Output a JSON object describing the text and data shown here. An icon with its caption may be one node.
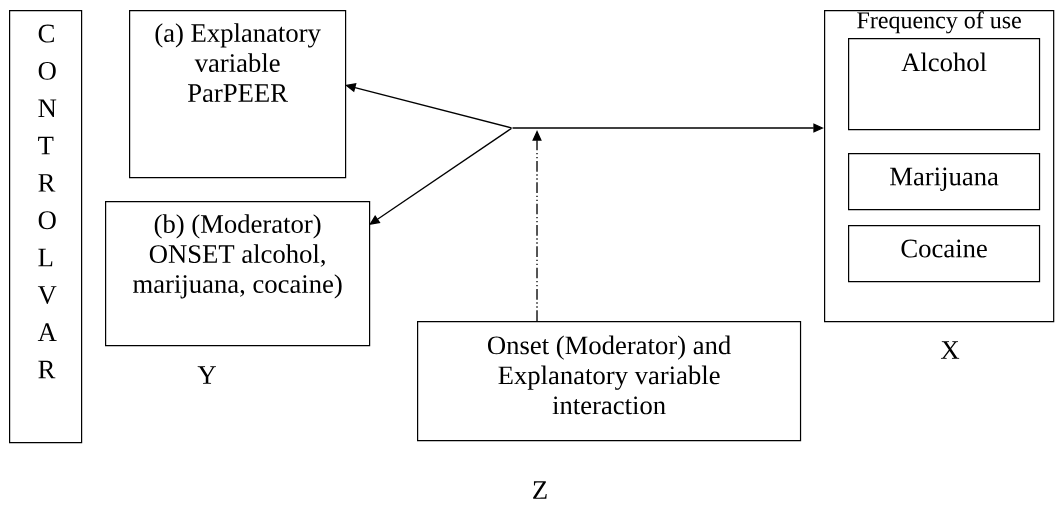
{
  "diagram": {
    "nodes": [
      {
        "text": [
          "C O N T R O L V A R"
        ]
      },
      {
        "text": [
          "(a) Explanatory variable ParPEER"
        ]
      },
      {
        "text": [
          "(b) (Moderator) ONSET alcohol, marijuana, cocaine)"
        ],
        "beside": [
          "Y"
        ]
      },
      {
        "text": [],
        "shape": "point"
      },
      {
        "text": [
          "Onset (Moderator) and Explanatory variable interaction"
        ],
        "beside": [
          "Z"
        ]
      },
      {
        "text": [
          "Frequency of use"
        ],
        "beside": [
          "X"
        ]
      },
      {
        "text": [
          "Alcohol"
        ],
        "in": 5
      },
      {
        "text": [
          "Marijuana"
        ],
        "in": 5
      },
      {
        "text": [
          "Cocaine"
        ],
        "in": 5
      }
    ],
    "edges": [
      {
        "from": 3,
        "to": 1,
        "arrow": "to"
      },
      {
        "from": 3,
        "to": 2,
        "arrow": "to"
      },
      {
        "from": 3,
        "to": 5,
        "arrow": "to"
      },
      {
        "from": 4,
        "to": 3,
        "arrow": "to",
        "style": "dashed"
      }
    ]
  }
}
